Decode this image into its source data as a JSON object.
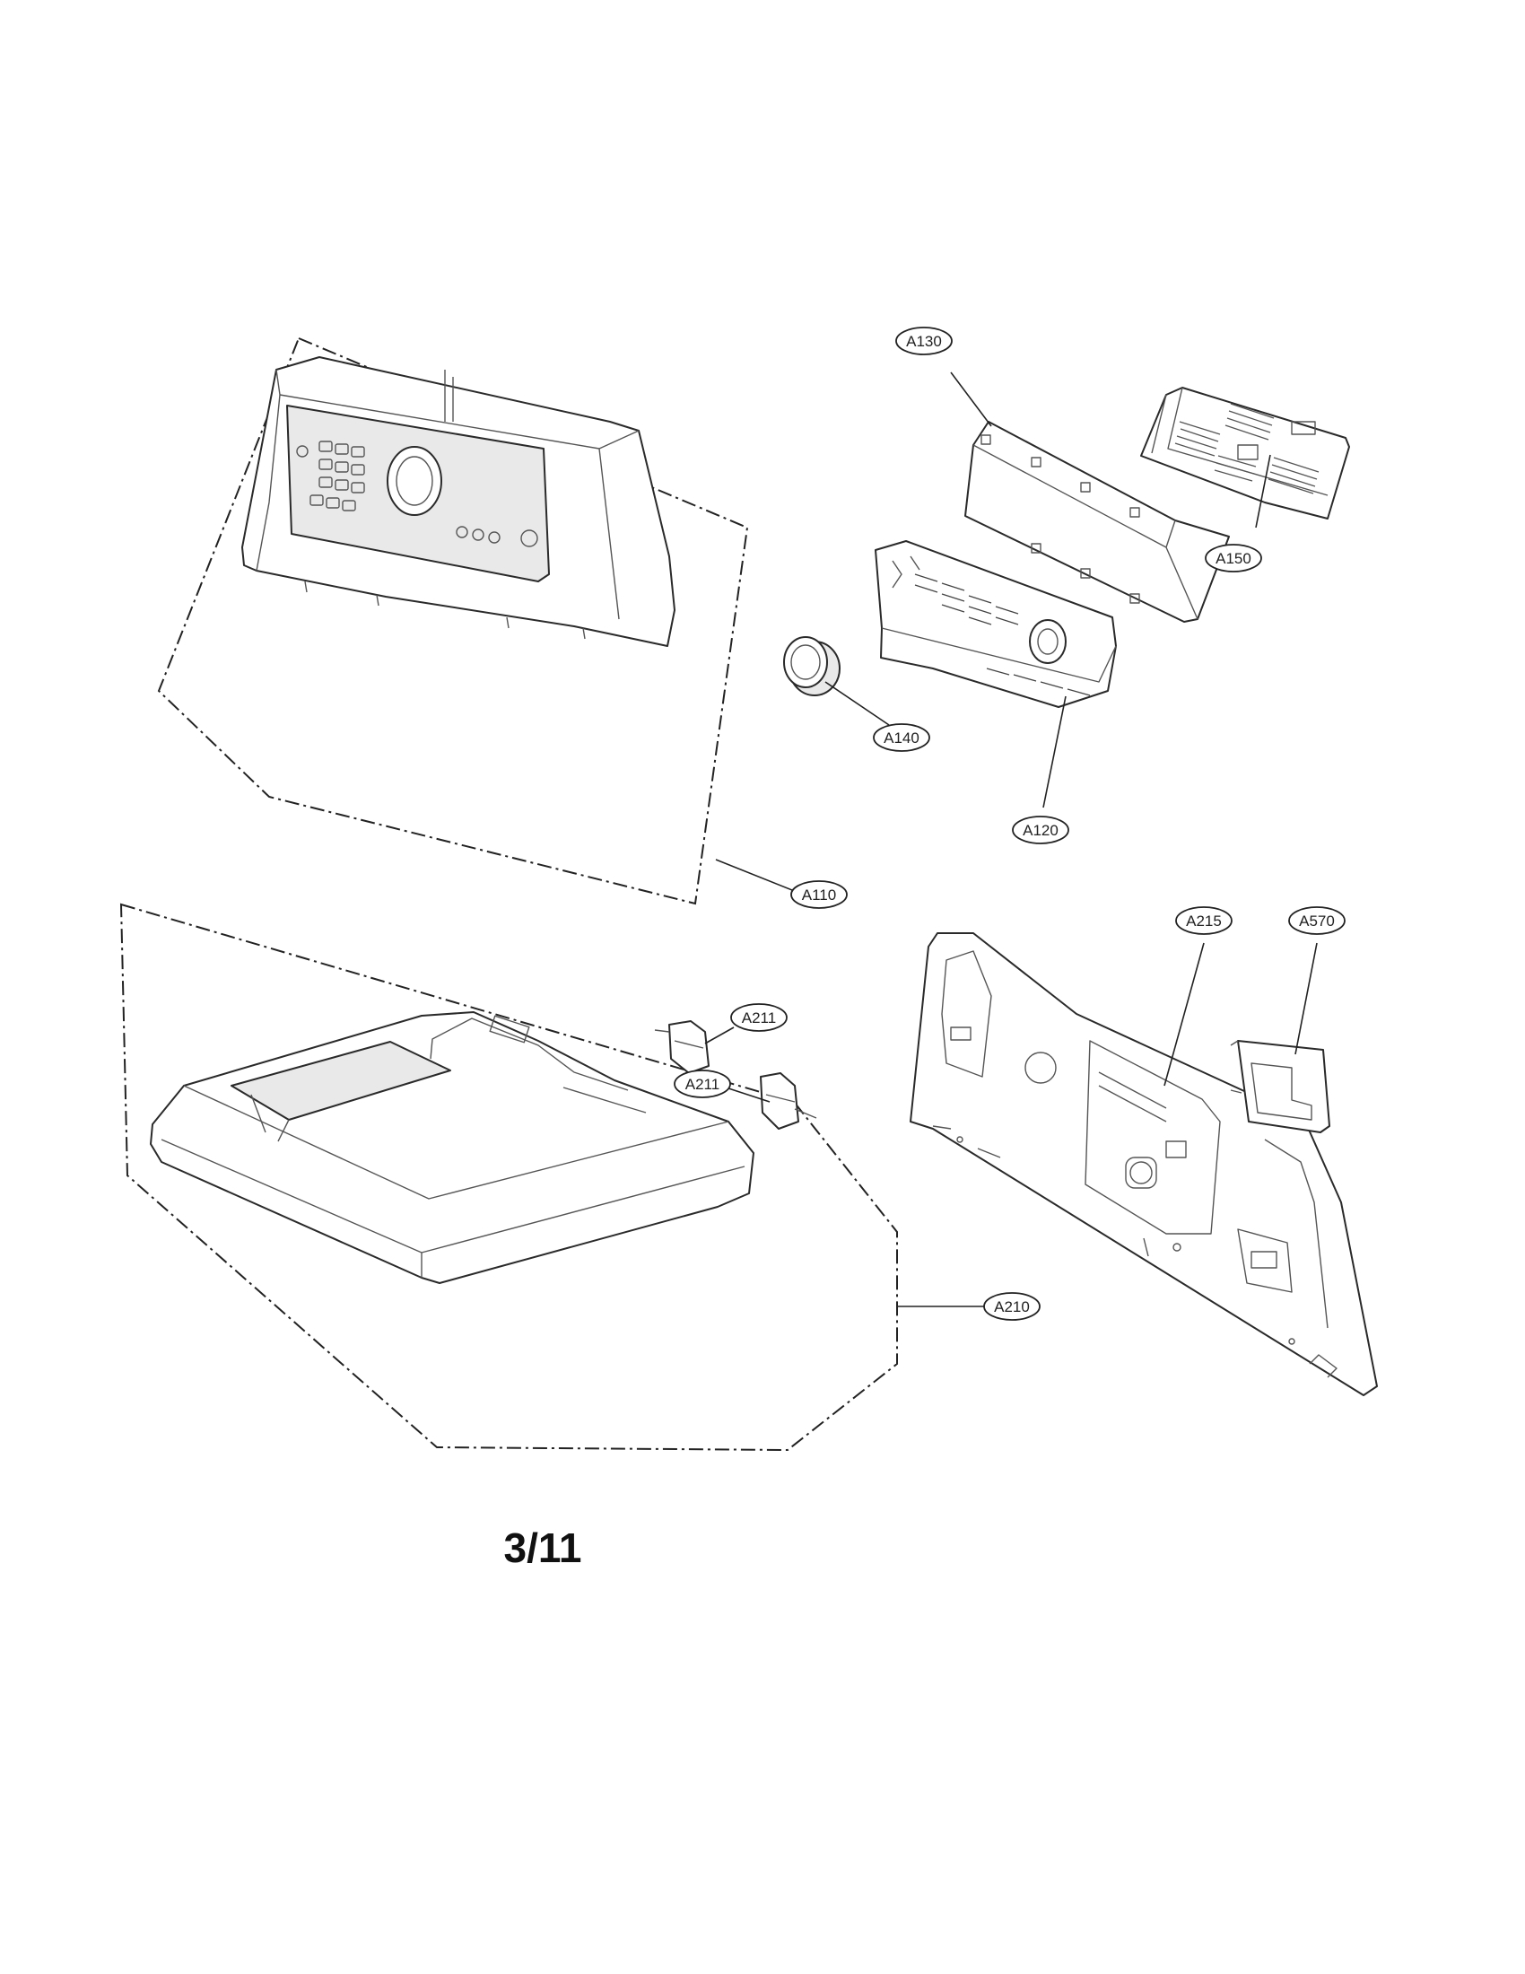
{
  "callouts": {
    "a130": "A130",
    "a150": "A150",
    "a140": "A140",
    "a120": "A120",
    "a110": "A110",
    "a215": "A215",
    "a570": "A570",
    "a211_top": "A211",
    "a211_bottom": "A211",
    "a210": "A210"
  },
  "page_number": "3/11"
}
